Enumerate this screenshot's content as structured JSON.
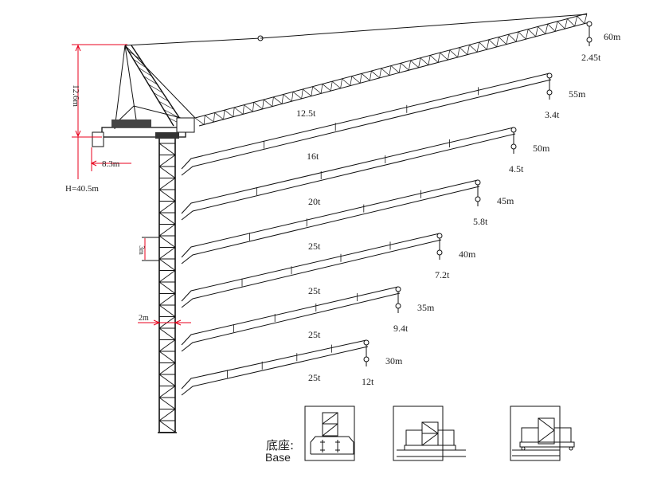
{
  "dimensions": {
    "head_height": "12.6m",
    "counter_jib": "8.3m",
    "tower_height": "H=40.5m",
    "section_height": "3m",
    "mast_width": "2m"
  },
  "jibs": [
    {
      "length": "60m",
      "tip_load": "2.45t",
      "max_load": "12.5t"
    },
    {
      "length": "55m",
      "tip_load": "3.4t",
      "max_load": "16t"
    },
    {
      "length": "50m",
      "tip_load": "4.5t",
      "max_load": "20t"
    },
    {
      "length": "45m",
      "tip_load": "5.8t",
      "max_load": "25t"
    },
    {
      "length": "40m",
      "tip_load": "7.2t",
      "max_load": "25t"
    },
    {
      "length": "35m",
      "tip_load": "9.4t",
      "max_load": "25t"
    },
    {
      "length": "30m",
      "tip_load": "12t",
      "max_load": "25t"
    }
  ],
  "base": {
    "label_cn": "底座:",
    "label_en": "Base"
  },
  "colors": {
    "dimension": "#e8001c",
    "line": "#111111"
  }
}
